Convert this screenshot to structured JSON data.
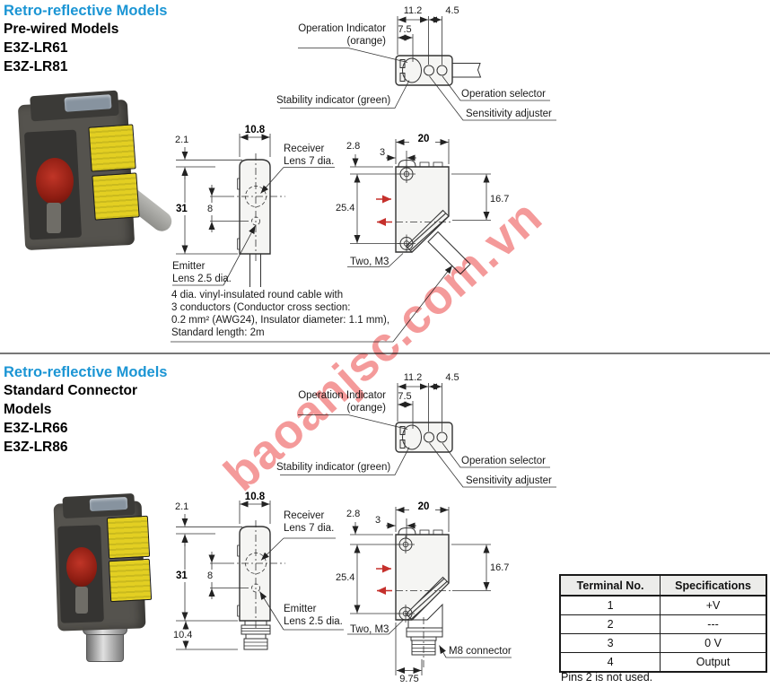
{
  "colors": {
    "heading_blue": "#1b95d4",
    "line": "#333333",
    "red_arrow": "#c5302c",
    "watermark": "#ee5c5c"
  },
  "watermark": {
    "text": "baoanjsc.com.vn"
  },
  "s1": {
    "heading": "Retro-reflective Models",
    "sub": "Pre-wired Models",
    "model1": "E3Z-LR61",
    "model2": "E3Z-LR81",
    "top": {
      "d11_2": "11.2",
      "d4_5": "4.5",
      "d7_5": "7.5",
      "op_ind": "Operation Indicator",
      "op_ind2": "(orange)",
      "stab": "Stability indicator (green)",
      "op_sel": "Operation selector",
      "sens": "Sensitivity adjuster"
    },
    "front": {
      "t": "2.1",
      "w": "10.8",
      "h": "31",
      "g": "8",
      "rec1": "Receiver",
      "rec2": "Lens 7 dia.",
      "em1": "Emitter",
      "em2": "Lens 2.5 dia."
    },
    "side": {
      "t": "2.8",
      "o": "3",
      "w": "20",
      "h": "25.4",
      "r": "16.7",
      "screws": "Two, M3"
    },
    "note1": "4 dia. vinyl-insulated round cable with",
    "note2": "3 conductors (Conductor cross section:",
    "note3": "0.2 mm² (AWG24), Insulator diameter: 1.1 mm),",
    "note4": "Standard length: 2m"
  },
  "s2": {
    "heading": "Retro-reflective Models",
    "sub1": "Standard Connector",
    "sub2": "Models",
    "model1": "E3Z-LR66",
    "model2": "E3Z-LR86",
    "top": {
      "d11_2": "11.2",
      "d4_5": "4.5",
      "d7_5": "7.5",
      "op_ind": "Operation Indicator",
      "op_ind2": "(orange)",
      "stab": "Stability indicator (green)",
      "op_sel": "Operation selector",
      "sens": "Sensitivity adjuster"
    },
    "front": {
      "t": "2.1",
      "w": "10.8",
      "h": "31",
      "g": "8",
      "c": "10.4",
      "rec1": "Receiver",
      "rec2": "Lens 7 dia.",
      "em1": "Emitter",
      "em2": "Lens 2.5 dia."
    },
    "side": {
      "t": "2.8",
      "o": "3",
      "w": "20",
      "h": "25.4",
      "r": "16.7",
      "screws": "Two, M3",
      "m8": "M8 connector",
      "cw": "9.75"
    }
  },
  "table": {
    "h1": "Terminal No.",
    "h2": "Specifications",
    "r1c1": "1",
    "r1c2": "+V",
    "r2c1": "2",
    "r2c2": "---",
    "r3c1": "3",
    "r3c2": "0 V",
    "r4c1": "4",
    "r4c2": "Output",
    "note": "Pins 2 is not used."
  }
}
